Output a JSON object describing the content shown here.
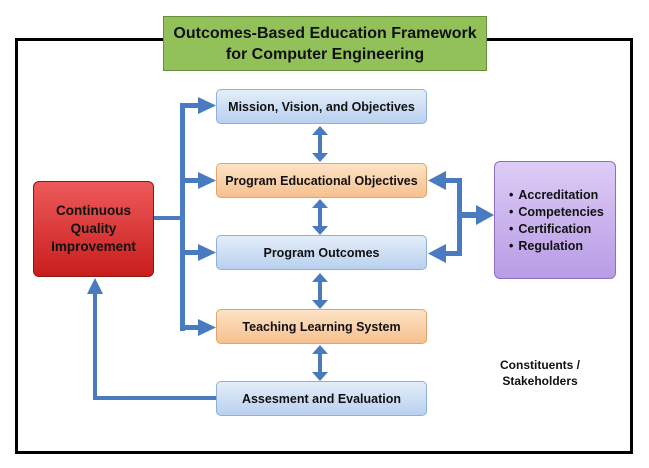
{
  "title": {
    "line1": "Outcomes-Based Education Framework",
    "line2": "for Computer Engineering"
  },
  "nodes": {
    "mission": "Mission, Vision, and Objectives",
    "peo": "Program Educational Objectives",
    "po": "Program Outcomes",
    "tls": "Teaching Learning System",
    "assessment": "Assesment and Evaluation",
    "cqi": [
      "Continuous",
      "Quality",
      "Improvement"
    ]
  },
  "external": {
    "items": [
      "Accreditation",
      "Competencies",
      "Certification",
      "Regulation"
    ]
  },
  "caption": [
    "Constituents /",
    "Stakeholders"
  ],
  "colors": {
    "arrow": "#4a7bc0",
    "title_bg": "#92c15a",
    "blue_box": "#c8daf2",
    "orange_box": "#f9cfa2",
    "red_box": "#dc3232",
    "purple_box": "#c9b3ef"
  }
}
